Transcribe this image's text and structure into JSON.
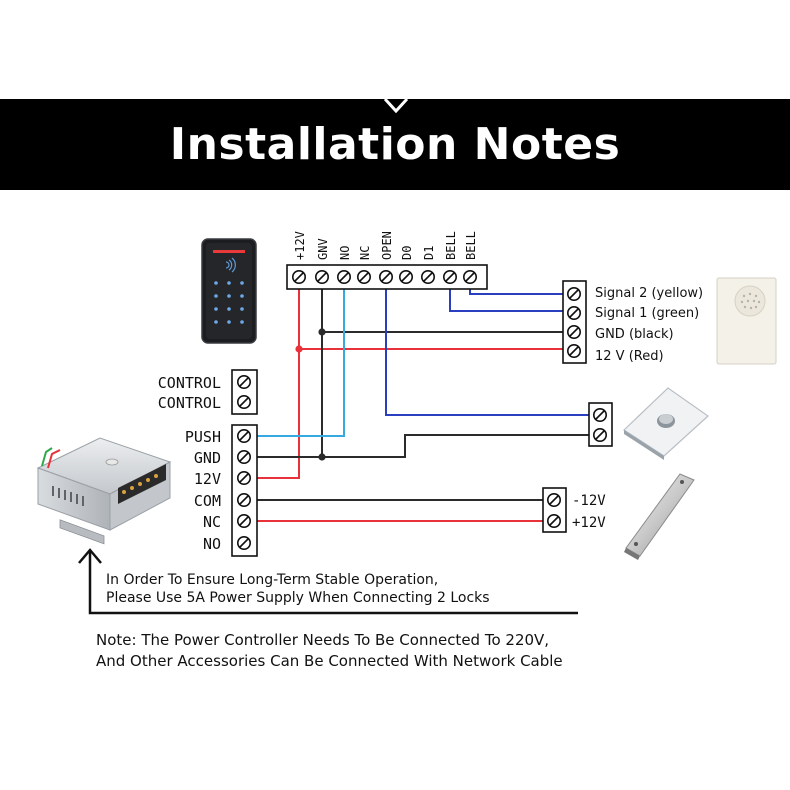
{
  "header": {
    "title": "Installation Notes"
  },
  "controller": {
    "terminals": [
      "+12V",
      "GNV",
      "NO",
      "NC",
      "OPEN",
      "D0",
      "D1",
      "BELL",
      "BELL"
    ]
  },
  "power_supply": {
    "control_labels": [
      "CONTROL",
      "CONTROL"
    ],
    "terminal_labels": [
      "PUSH",
      "GND",
      "12V",
      "COM",
      "NC",
      "NO"
    ]
  },
  "doorbell": {
    "labels": [
      "Signal 2 (yellow)",
      "Signal 1 (green)",
      "GND  (black)",
      "12 V  (Red)"
    ]
  },
  "lock": {
    "labels": [
      "-12V",
      "+12V"
    ]
  },
  "notes": {
    "arrow_line_1": "In Order To Ensure Long-Term Stable Operation,",
    "arrow_line_2": "Please Use 5A Power Supply When Connecting 2 Locks",
    "note_line_1": "Note: The Power Controller Needs To Be Connected To 220V,",
    "note_line_2": "And Other Accessories Can Be Connected With  Network Cable"
  },
  "colors": {
    "red_wire": "#e8313a",
    "blue_wire": "#35a9e0",
    "navy_wire": "#2a3fc0",
    "black_wire": "#2b2b2b"
  }
}
